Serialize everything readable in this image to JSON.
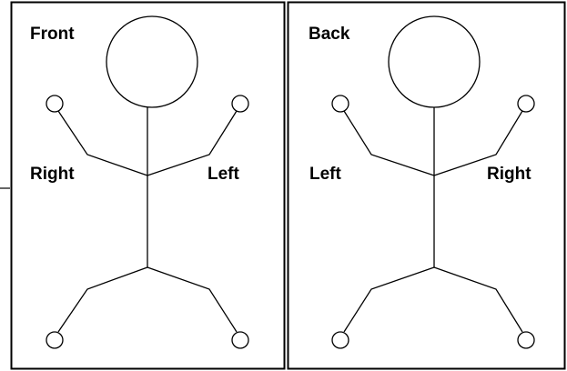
{
  "front_panel": {
    "title": "Front",
    "arm_label_viewer_left": "Right",
    "arm_label_viewer_right": "Left"
  },
  "back_panel": {
    "title": "Back",
    "arm_label_viewer_left": "Left",
    "arm_label_viewer_right": "Right"
  },
  "colors": {
    "stroke": "#000000",
    "background": "#ffffff"
  }
}
